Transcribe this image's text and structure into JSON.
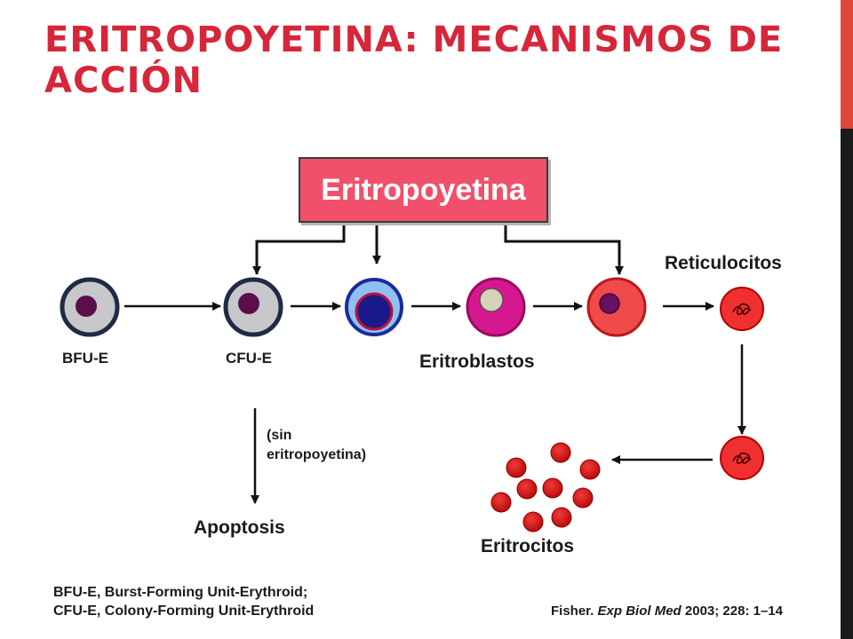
{
  "slide": {
    "title": "ERITROPOYETINA: MECANISMOS DE ACCIÓN"
  },
  "diagram": {
    "hormone_label": "Eritropoyetina",
    "stages": {
      "bfu_e": "BFU-E",
      "cfu_e": "CFU-E",
      "erythroblasts": "Eritroblastos",
      "reticulocytes": "Reticulocitos",
      "erythrocytes": "Eritrocitos",
      "apoptosis": "Apoptosis"
    },
    "apoptosis_condition_line1": "(sin",
    "apoptosis_condition_line2": "eritropoyetina)"
  },
  "footnote": {
    "line1": "BFU-E, Burst-Forming Unit-Erythroid;",
    "line2": "CFU-E, Colony-Forming Unit-Erythroid"
  },
  "citation": {
    "author": "Fisher.",
    "journal": "Exp Biol Med",
    "details": "2003; 228: 1–14"
  },
  "colors": {
    "title": "#d6263a",
    "hormone_box": "#f0506a",
    "progenitor_cell": "#c8c8cc",
    "progenitor_nucleus": "#5a0f4a",
    "early_erythroblast": "#8fc0f2",
    "early_nucleus": "#c0103a",
    "mid_erythroblast": "#d61890",
    "late_erythroblast": "#f04a4a",
    "erythrocyte": "#d41010",
    "sidebar_accent": "#e0473a"
  }
}
